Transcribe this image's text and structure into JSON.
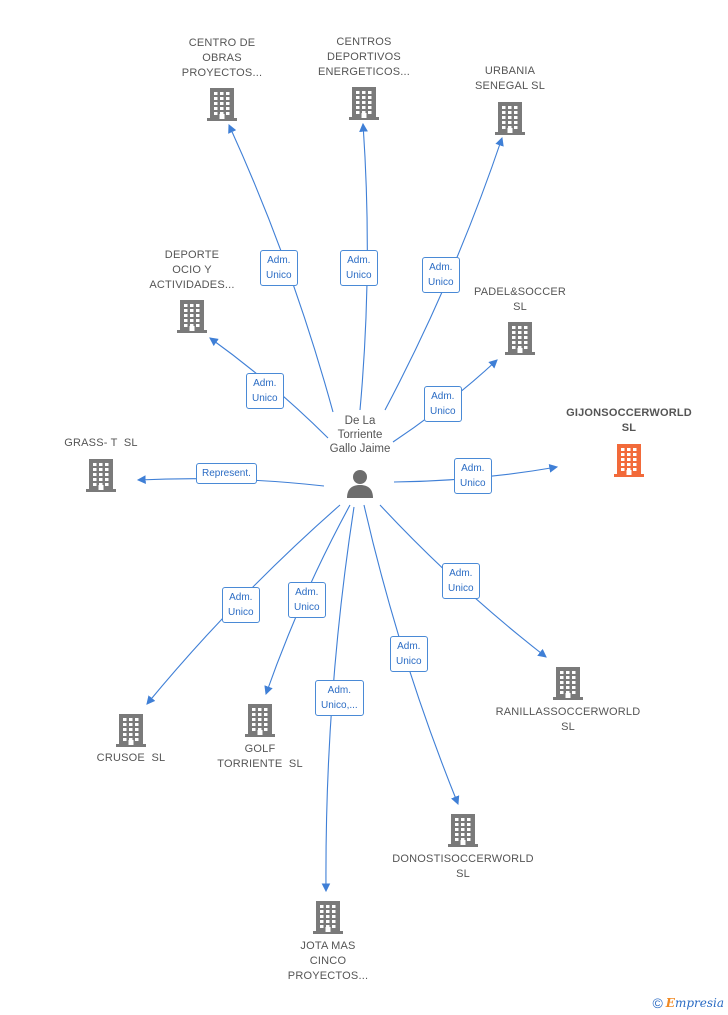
{
  "center": {
    "name": "De La\nTorriente\nGallo Jaime",
    "icon": "person-icon"
  },
  "companies": [
    {
      "id": "centro-de-obras",
      "label": "CENTRO DE\nOBRAS\nPROYECTOS...",
      "icon": "building-icon",
      "highlight": false
    },
    {
      "id": "centros-deportivos",
      "label": "CENTROS\nDEPORTIVOS\nENERGETICOS...",
      "icon": "building-icon",
      "highlight": false
    },
    {
      "id": "urbania-senegal",
      "label": "URBANIA\nSENEGAL SL",
      "icon": "building-icon",
      "highlight": false
    },
    {
      "id": "deporte-ocio",
      "label": "DEPORTE\nOCIO Y\nACTIVIDADES...",
      "icon": "building-icon",
      "highlight": false
    },
    {
      "id": "padel-soccer",
      "label": "PADEL&SOCCER\nSL",
      "icon": "building-icon",
      "highlight": false
    },
    {
      "id": "gijonsoccerworld",
      "label": "GIJONSOCCERWORLD\nSL",
      "icon": "building-icon",
      "highlight": true
    },
    {
      "id": "grass-t",
      "label": "GRASS- T  SL",
      "icon": "building-icon",
      "highlight": false
    },
    {
      "id": "crusoe",
      "label": "CRUSOE  SL",
      "icon": "building-icon",
      "highlight": false
    },
    {
      "id": "golf-torriente",
      "label": "GOLF\nTORRIENTE  SL",
      "icon": "building-icon",
      "highlight": false
    },
    {
      "id": "ranillassoccerworld",
      "label": "RANILLASSOCCERWORLD\nSL",
      "icon": "building-icon",
      "highlight": false
    },
    {
      "id": "donostisoccerworld",
      "label": "DONOSTISOCCERWORLD\nSL",
      "icon": "building-icon",
      "highlight": false
    },
    {
      "id": "jota-mas-cinco",
      "label": "JOTA MAS\nCINCO\nPROYECTOS...",
      "icon": "building-icon",
      "highlight": false
    }
  ],
  "relations": [
    {
      "to": "centro-de-obras",
      "label": "Adm.\nUnico"
    },
    {
      "to": "centros-deportivos",
      "label": "Adm.\nUnico"
    },
    {
      "to": "urbania-senegal",
      "label": "Adm.\nUnico"
    },
    {
      "to": "deporte-ocio",
      "label": "Adm.\nUnico"
    },
    {
      "to": "padel-soccer",
      "label": "Adm.\nUnico"
    },
    {
      "to": "gijonsoccerworld",
      "label": "Adm.\nUnico"
    },
    {
      "to": "grass-t",
      "label": "Represent."
    },
    {
      "to": "crusoe",
      "label": "Adm.\nUnico"
    },
    {
      "to": "golf-torriente",
      "label": "Adm.\nUnico"
    },
    {
      "to": "jota-mas-cinco",
      "label": "Adm.\nUnico,..."
    },
    {
      "to": "donostisoccerworld",
      "label": "Adm.\nUnico"
    },
    {
      "to": "ranillassoccerworld",
      "label": "Adm.\nUnico"
    }
  ],
  "colors": {
    "edge": "#3f7fd6",
    "building": "#7a7a7a",
    "highlight": "#f26a3a",
    "text": "#555555"
  },
  "footer": {
    "copyright": "©",
    "brand_first": "E",
    "brand_rest": "mpresia"
  }
}
